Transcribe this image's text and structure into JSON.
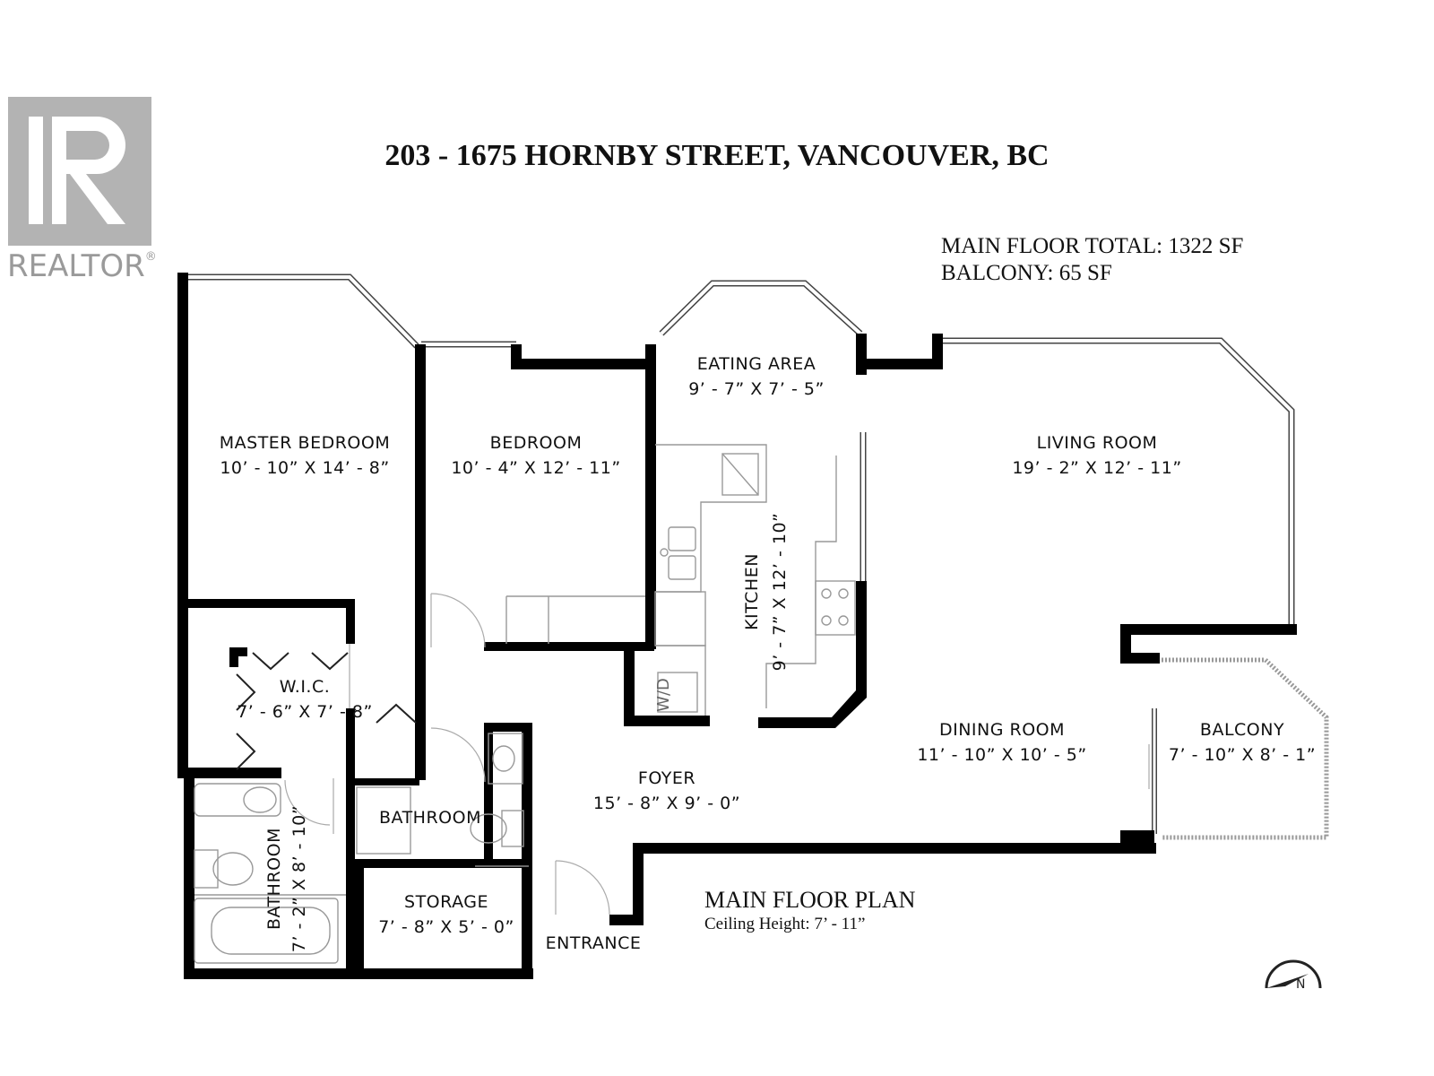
{
  "logo": {
    "brand": "REALTOR",
    "mark": "®",
    "icon": "realtor-r-logo"
  },
  "header": {
    "title": "203 - 1675 HORNBY STREET, VANCOUVER, BC",
    "main_floor_total": "MAIN FLOOR TOTAL: 1322 SF",
    "balcony_total": "BALCONY: 65 SF"
  },
  "rooms": {
    "master_bedroom": {
      "name": "MASTER BEDROOM",
      "dims": "10’ - 10” X 14’ - 8”"
    },
    "bedroom": {
      "name": "BEDROOM",
      "dims": "10’ - 4” X 12’ - 11”"
    },
    "eating_area": {
      "name": "EATING AREA",
      "dims": "9’ - 7” X 7’ - 5”"
    },
    "living_room": {
      "name": "LIVING ROOM",
      "dims": "19’ - 2” X 12’ - 11”"
    },
    "kitchen": {
      "name": "KITCHEN",
      "dims": "9’ - 7” X 12’ - 10”"
    },
    "wic": {
      "name": "W.I.C.",
      "dims": "7’ - 6” X 7’ - 8”"
    },
    "dining_room": {
      "name": "DINING ROOM",
      "dims": "11’ - 10” X 10’ - 5”"
    },
    "balcony": {
      "name": "BALCONY",
      "dims": "7’ - 10” X 8’ - 1”"
    },
    "foyer": {
      "name": "FOYER",
      "dims": "15’ - 8” X 9’ - 0”"
    },
    "bathroom_ensuite": {
      "name": "BATHROOM",
      "dims": "7’ - 2” X 8’ - 10”"
    },
    "bathroom": {
      "name": "BATHROOM"
    },
    "storage": {
      "name": "STORAGE",
      "dims": "7’ - 8” X 5’ - 0”"
    },
    "entrance": {
      "name": "ENTRANCE"
    }
  },
  "appliances": {
    "washer_dryer": "W/D"
  },
  "footer": {
    "plan_title": "MAIN FLOOR PLAN",
    "ceiling": "Ceiling Height: 7’ - 11”"
  },
  "icons": {
    "compass": "north-arrow-icon"
  }
}
